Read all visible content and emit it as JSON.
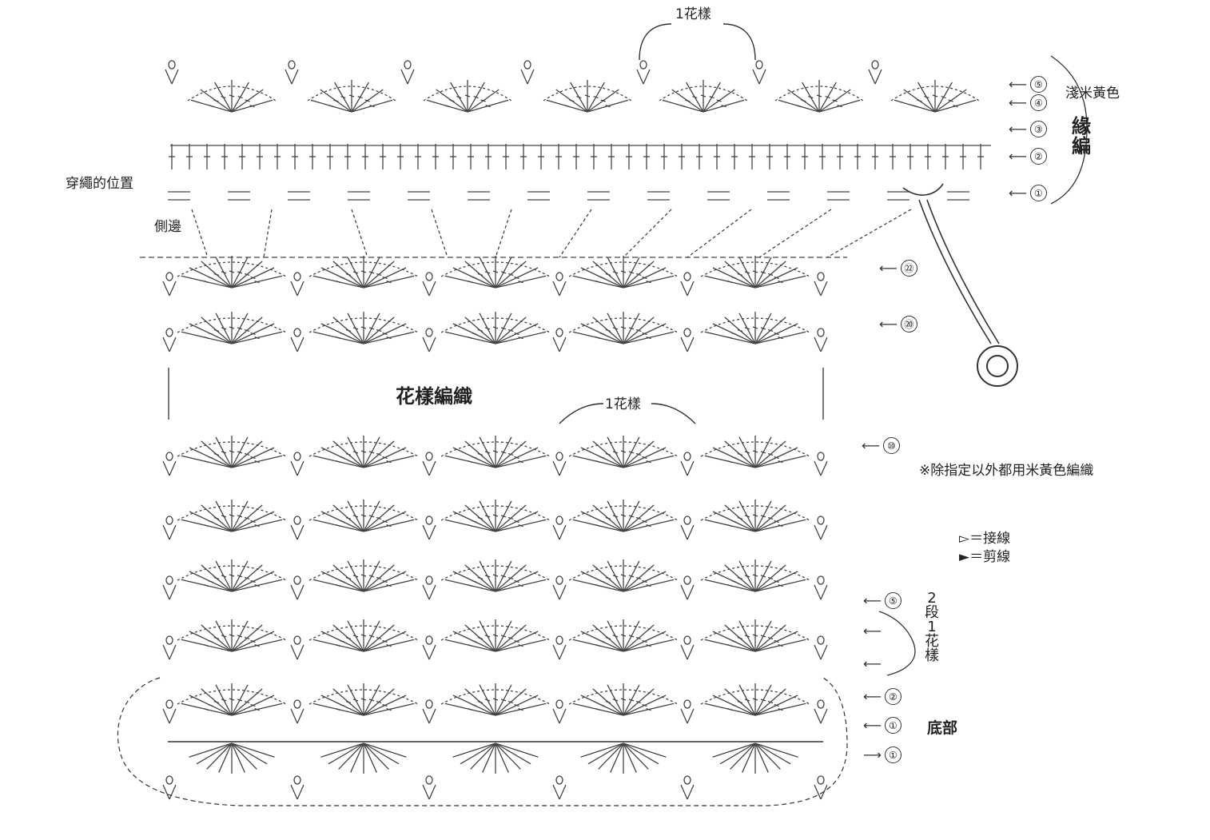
{
  "labels": {
    "repeat_top": "1花樣",
    "repeat_mid": "1花樣",
    "pattern_title": "花樣編織",
    "edging_title": "緣編",
    "light_beige": "淺米黃色",
    "cord_position": "穿繩的位置",
    "side_edge": "側邊",
    "note": "※除指定以外都用米黃色編織",
    "legend_join": "▻＝接線",
    "legend_cut": "►＝剪線",
    "two_rows_one_repeat": "2段1花樣",
    "bottom": "底部"
  },
  "edging_rows": [
    "⑤",
    "④",
    "③",
    "②",
    "①"
  ],
  "body_rows": [
    "㉒",
    "⑳",
    "⑩",
    "⑤",
    "②",
    "①"
  ],
  "bottom_rows": [
    "①"
  ],
  "colors": {
    "ink": "#333333",
    "accent": "#e8a23a"
  }
}
